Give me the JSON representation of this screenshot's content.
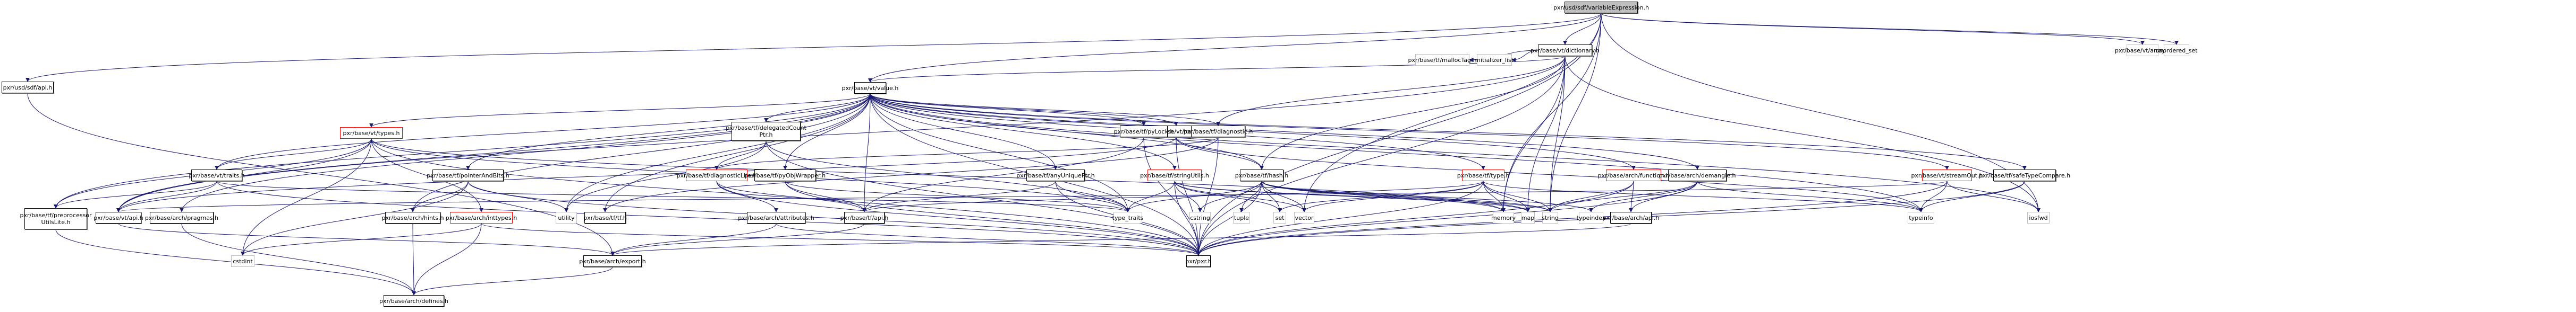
{
  "title": "pxr/usd/sdf/variableExpression.h include dependency graph",
  "legend_colors": {
    "edge": "#191970",
    "truncated_border": "#ff0000",
    "external_border": "#bfbfbf",
    "root_fill": "#bfbfbf"
  },
  "nodes": [
    {
      "id": "root",
      "label": "pxr/usd/sdf/variableExpression.h",
      "kind": "root"
    },
    {
      "id": "sdfapi",
      "label": "pxr/usd/sdf/api.h",
      "kind": "normal"
    },
    {
      "id": "dictionary",
      "label": "pxr/base/vt/dictionary.h",
      "kind": "normal"
    },
    {
      "id": "vtarray",
      "label": "pxr/base/vt/array.h",
      "kind": "external"
    },
    {
      "id": "unordered_set",
      "label": "unordered_set",
      "kind": "external"
    },
    {
      "id": "value",
      "label": "pxr/base/vt/value.h",
      "kind": "normal"
    },
    {
      "id": "mallocTag",
      "label": "pxr/base/tf/mallocTag.h",
      "kind": "external"
    },
    {
      "id": "initializer_list",
      "label": "initializer_list",
      "kind": "external"
    },
    {
      "id": "vttypes",
      "label": "pxr/base/vt/types.h",
      "kind": "truncated"
    },
    {
      "id": "delegated",
      "label": "pxr/base/tf/delegatedCount\nPtr.h",
      "kind": "normal"
    },
    {
      "id": "vthash",
      "label": "pxr/base/vt/hash.h",
      "kind": "normal"
    },
    {
      "id": "pyLock",
      "label": "pxr/base/tf/pyLock.h",
      "kind": "normal"
    },
    {
      "id": "diagnostic",
      "label": "pxr/base/tf/diagnostic.h",
      "kind": "normal"
    },
    {
      "id": "safeTypeCompare",
      "label": "pxr/base/tf/safeTypeCompare.h",
      "kind": "normal"
    },
    {
      "id": "vttraits",
      "label": "pxr/base/vt/traits.h",
      "kind": "normal"
    },
    {
      "id": "pointerAndBits",
      "label": "pxr/base/tf/pointerAndBits.h",
      "kind": "normal"
    },
    {
      "id": "diagnosticLite",
      "label": "pxr/base/tf/diagnosticLite.h",
      "kind": "truncated"
    },
    {
      "id": "pyObjWrapper",
      "label": "pxr/base/tf/pyObjWrapper.h",
      "kind": "normal"
    },
    {
      "id": "anyUniquePtr",
      "label": "pxr/base/tf/anyUniquePtr.h",
      "kind": "normal"
    },
    {
      "id": "stringUtils",
      "label": "pxr/base/tf/stringUtils.h",
      "kind": "truncated"
    },
    {
      "id": "tfhash",
      "label": "pxr/base/tf/hash.h",
      "kind": "normal"
    },
    {
      "id": "tftype",
      "label": "pxr/base/tf/type.h",
      "kind": "truncated"
    },
    {
      "id": "archfunction",
      "label": "pxr/base/arch/function.h",
      "kind": "truncated"
    },
    {
      "id": "demangle",
      "label": "pxr/base/arch/demangle.h",
      "kind": "normal"
    },
    {
      "id": "streamOut",
      "label": "pxr/base/vt/streamOut.h",
      "kind": "truncated"
    },
    {
      "id": "preproc",
      "label": "pxr/base/tf/preprocessor\nUtilsLite.h",
      "kind": "normal"
    },
    {
      "id": "vtapi",
      "label": "pxr/base/vt/api.h",
      "kind": "normal"
    },
    {
      "id": "pragmas",
      "label": "pxr/base/arch/pragmas.h",
      "kind": "normal"
    },
    {
      "id": "hints",
      "label": "pxr/base/arch/hints.h",
      "kind": "normal"
    },
    {
      "id": "inttypes",
      "label": "pxr/base/arch/inttypes.h",
      "kind": "truncated"
    },
    {
      "id": "utility",
      "label": "utility",
      "kind": "external"
    },
    {
      "id": "tftf",
      "label": "pxr/base/tf/tf.h",
      "kind": "normal"
    },
    {
      "id": "attributes",
      "label": "pxr/base/arch/attributes.h",
      "kind": "normal"
    },
    {
      "id": "tfapi",
      "label": "pxr/base/tf/api.h",
      "kind": "normal"
    },
    {
      "id": "type_traits",
      "label": "type_traits",
      "kind": "external"
    },
    {
      "id": "cstring",
      "label": "cstring",
      "kind": "external"
    },
    {
      "id": "tuple",
      "label": "tuple",
      "kind": "external"
    },
    {
      "id": "set",
      "label": "set",
      "kind": "external"
    },
    {
      "id": "vector",
      "label": "vector",
      "kind": "external"
    },
    {
      "id": "memory",
      "label": "memory",
      "kind": "external"
    },
    {
      "id": "map",
      "label": "map",
      "kind": "external"
    },
    {
      "id": "string",
      "label": "string",
      "kind": "external"
    },
    {
      "id": "typeindex",
      "label": "typeindex",
      "kind": "external"
    },
    {
      "id": "archapi",
      "label": "pxr/base/arch/api.h",
      "kind": "normal"
    },
    {
      "id": "typeinfo",
      "label": "typeinfo",
      "kind": "external"
    },
    {
      "id": "iosfwd",
      "label": "iosfwd",
      "kind": "external"
    },
    {
      "id": "cstdint",
      "label": "cstdint",
      "kind": "external"
    },
    {
      "id": "archexport",
      "label": "pxr/base/arch/export.h",
      "kind": "normal"
    },
    {
      "id": "pxr",
      "label": "pxr/pxr.h",
      "kind": "normal"
    },
    {
      "id": "defines",
      "label": "pxr/base/arch/defines.h",
      "kind": "normal"
    }
  ],
  "edges": [
    [
      "root",
      "sdfapi"
    ],
    [
      "root",
      "dictionary"
    ],
    [
      "root",
      "value"
    ],
    [
      "root",
      "vtarray"
    ],
    [
      "root",
      "unordered_set"
    ],
    [
      "root",
      "pxr"
    ],
    [
      "root",
      "string"
    ],
    [
      "root",
      "vector"
    ],
    [
      "root",
      "memory"
    ],
    [
      "root",
      "iosfwd"
    ],
    [
      "sdfapi",
      "archexport"
    ],
    [
      "dictionary",
      "mallocTag"
    ],
    [
      "dictionary",
      "initializer_list"
    ],
    [
      "dictionary",
      "value"
    ],
    [
      "dictionary",
      "pxr"
    ],
    [
      "dictionary",
      "vtapi"
    ],
    [
      "dictionary",
      "diagnostic"
    ],
    [
      "dictionary",
      "tfhash"
    ],
    [
      "dictionary",
      "iosfwd"
    ],
    [
      "dictionary",
      "map"
    ],
    [
      "dictionary",
      "memory"
    ],
    [
      "dictionary",
      "string"
    ],
    [
      "value",
      "vttypes"
    ],
    [
      "value",
      "delegated"
    ],
    [
      "value",
      "vthash"
    ],
    [
      "value",
      "pyLock"
    ],
    [
      "value",
      "diagnostic"
    ],
    [
      "value",
      "safeTypeCompare"
    ],
    [
      "value",
      "vttraits"
    ],
    [
      "value",
      "pointerAndBits"
    ],
    [
      "value",
      "pyObjWrapper"
    ],
    [
      "value",
      "anyUniquePtr"
    ],
    [
      "value",
      "stringUtils"
    ],
    [
      "value",
      "tfhash"
    ],
    [
      "value",
      "tftype"
    ],
    [
      "value",
      "archfunction"
    ],
    [
      "value",
      "demangle"
    ],
    [
      "value",
      "streamOut"
    ],
    [
      "value",
      "preproc"
    ],
    [
      "value",
      "vtapi"
    ],
    [
      "value",
      "pragmas"
    ],
    [
      "value",
      "hints"
    ],
    [
      "value",
      "tftf"
    ],
    [
      "value",
      "tfapi"
    ],
    [
      "value",
      "type_traits"
    ],
    [
      "value",
      "typeinfo"
    ],
    [
      "value",
      "iosfwd"
    ],
    [
      "value",
      "pxr"
    ],
    [
      "value",
      "utility"
    ],
    [
      "vttypes",
      "vttraits"
    ],
    [
      "vttypes",
      "vtapi"
    ],
    [
      "vttypes",
      "preproc"
    ],
    [
      "vttypes",
      "inttypes"
    ],
    [
      "vttypes",
      "pxr"
    ],
    [
      "vttypes",
      "memory"
    ],
    [
      "vttypes",
      "cstdint"
    ],
    [
      "vttypes",
      "type_traits"
    ],
    [
      "delegated",
      "diagnosticLite"
    ],
    [
      "delegated",
      "utility"
    ],
    [
      "delegated",
      "pxr"
    ],
    [
      "delegated",
      "type_traits"
    ],
    [
      "vthash",
      "tfhash"
    ],
    [
      "vthash",
      "vtapi"
    ],
    [
      "vthash",
      "pxr"
    ],
    [
      "vthash",
      "typeinfo"
    ],
    [
      "pyLock",
      "pxr"
    ],
    [
      "pyLock",
      "tfapi"
    ],
    [
      "diagnostic",
      "diagnosticLite"
    ],
    [
      "diagnostic",
      "tftf"
    ],
    [
      "diagnostic",
      "pxr"
    ],
    [
      "safeTypeCompare",
      "typeinfo"
    ],
    [
      "safeTypeCompare",
      "pxr"
    ],
    [
      "vttraits",
      "vtapi"
    ],
    [
      "vttraits",
      "preproc"
    ],
    [
      "vttraits",
      "type_traits"
    ],
    [
      "vttraits",
      "pxr"
    ],
    [
      "pointerAndBits",
      "hints"
    ],
    [
      "pointerAndBits",
      "utility"
    ],
    [
      "pointerAndBits",
      "pxr"
    ],
    [
      "pointerAndBits",
      "cstdint"
    ],
    [
      "diagnosticLite",
      "attributes"
    ],
    [
      "diagnosticLite",
      "tfapi"
    ],
    [
      "diagnosticLite",
      "pxr"
    ],
    [
      "pyObjWrapper",
      "tfapi"
    ],
    [
      "pyObjWrapper",
      "type_traits"
    ],
    [
      "pyObjWrapper",
      "pxr"
    ],
    [
      "anyUniquePtr",
      "tfapi"
    ],
    [
      "anyUniquePtr",
      "type_traits"
    ],
    [
      "anyUniquePtr",
      "pxr"
    ],
    [
      "stringUtils",
      "type_traits"
    ],
    [
      "stringUtils",
      "cstring"
    ],
    [
      "stringUtils",
      "pxr"
    ],
    [
      "stringUtils",
      "set"
    ],
    [
      "stringUtils",
      "vector"
    ],
    [
      "stringUtils",
      "string"
    ],
    [
      "stringUtils",
      "map"
    ],
    [
      "tfhash",
      "tuple"
    ],
    [
      "tfhash",
      "set"
    ],
    [
      "tfhash",
      "vector"
    ],
    [
      "tfhash",
      "cstring"
    ],
    [
      "tfhash",
      "memory"
    ],
    [
      "tfhash",
      "map"
    ],
    [
      "tfhash",
      "string"
    ],
    [
      "tfhash",
      "typeindex"
    ],
    [
      "tfhash",
      "pxr"
    ],
    [
      "tfhash",
      "type_traits"
    ],
    [
      "tftype",
      "set"
    ],
    [
      "tftype",
      "vector"
    ],
    [
      "tftype",
      "memory"
    ],
    [
      "tftype",
      "map"
    ],
    [
      "tftype",
      "string"
    ],
    [
      "tftype",
      "typeinfo"
    ],
    [
      "tftype",
      "pxr"
    ],
    [
      "tftype",
      "tfapi"
    ],
    [
      "archfunction",
      "archapi"
    ],
    [
      "archfunction",
      "string"
    ],
    [
      "archfunction",
      "pxr"
    ],
    [
      "demangle",
      "archapi"
    ],
    [
      "demangle",
      "string"
    ],
    [
      "demangle",
      "typeinfo"
    ],
    [
      "demangle",
      "typeindex"
    ],
    [
      "demangle",
      "pxr"
    ],
    [
      "streamOut",
      "typeinfo"
    ],
    [
      "streamOut",
      "iosfwd"
    ],
    [
      "streamOut",
      "pxr"
    ],
    [
      "streamOut",
      "vtapi"
    ],
    [
      "preproc",
      "defines"
    ],
    [
      "vtapi",
      "archexport"
    ],
    [
      "pragmas",
      "defines"
    ],
    [
      "hints",
      "defines"
    ],
    [
      "inttypes",
      "defines"
    ],
    [
      "inttypes",
      "cstdint"
    ],
    [
      "inttypes",
      "pxr"
    ],
    [
      "attributes",
      "archexport"
    ],
    [
      "attributes",
      "pxr"
    ],
    [
      "tfapi",
      "archexport"
    ],
    [
      "archapi",
      "archexport"
    ],
    [
      "archexport",
      "defines"
    ]
  ]
}
